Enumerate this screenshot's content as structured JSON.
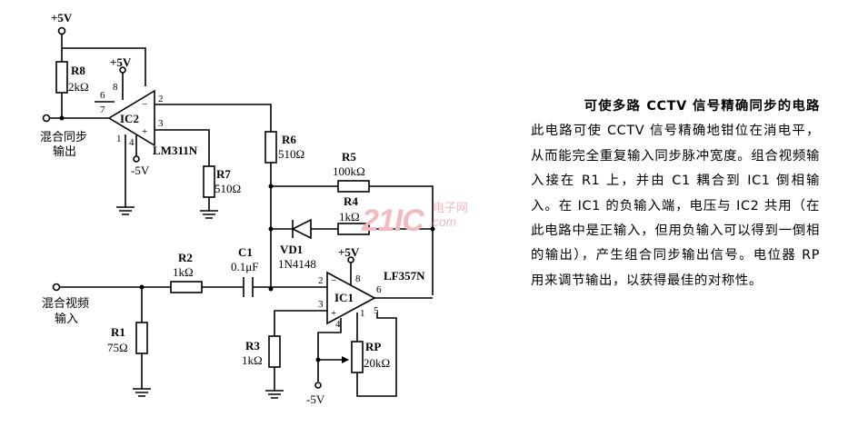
{
  "labels": {
    "vcc_top": "+5V",
    "r8_name": "R8",
    "r8_val": "2kΩ",
    "ic2_vcc": "+5V",
    "ic2_name": "IC2",
    "ic2_part": "LM311N",
    "ic2_vee": "-5V",
    "out_line1": "混合同步",
    "out_line2": "输出",
    "r6_name": "R6",
    "r6_val": "510Ω",
    "r7_name": "R7",
    "r7_val": "510Ω",
    "r5_name": "R5",
    "r5_val": "100kΩ",
    "r4_name": "R4",
    "r4_val": "1kΩ",
    "vd1_name": "VD1",
    "vd1_part": "1N4148",
    "c1_name": "C1",
    "c1_val": "0.1μF",
    "r2_name": "R2",
    "r2_val": "1kΩ",
    "ic1_vcc": "+5V",
    "ic1_name": "IC1",
    "ic1_part": "LF357N",
    "in_line1": "混合视频",
    "in_line2": "输入",
    "r1_name": "R1",
    "r1_val": "75Ω",
    "r3_name": "R3",
    "r3_val": "1kΩ",
    "rp_name": "RP",
    "rp_val": "20kΩ",
    "ic1_vee": "-5V"
  },
  "pins": {
    "ic2_6": "6",
    "ic2_7": "7",
    "ic2_8": "8",
    "ic2_2": "2",
    "ic2_3": "3",
    "ic2_1": "1",
    "ic2_4": "4",
    "ic1_8": "8",
    "ic1_2": "2",
    "ic1_3": "3",
    "ic1_6": "6",
    "ic1_4": "4",
    "ic1_1": "1",
    "ic1_5": "5"
  },
  "signs": {
    "minus": "−",
    "plus": "+"
  },
  "watermark": {
    "main": "21IC",
    "sub1": "电子网",
    "sub2": ".com"
  },
  "description": {
    "title": "可使多路 CCTV 信号精确同步的电路",
    "body": "此电路可使 CCTV 信号精确地钳位在消电平，从而能完全重复输入同步脉冲宽度。组合视频输入接在 R1 上，并由 C1 耦合到 IC1 倒相输入。在 IC1 的负输入端，电压与 IC2 共用（在此电路中是正输入，但用负输入可以得到一倒相的输出），产生组合同步输出信号。电位器 RP 用来调节输出，以获得最佳的对称性。"
  }
}
